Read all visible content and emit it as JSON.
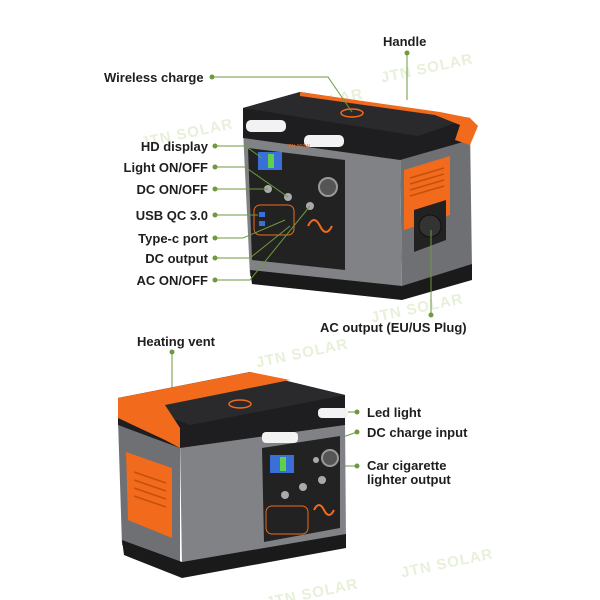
{
  "watermark": "JTN SOLAR",
  "model_badge": "CN-300W",
  "colors": {
    "accent": "#f26a1b",
    "callout_line": "#6c9a3c",
    "body": "#7c7e81",
    "lid": "#1e1e20"
  },
  "top_unit": {
    "labels": {
      "handle": "Handle",
      "wireless_charge": "Wireless charge",
      "hd_display": "HD display",
      "light_on_off": "Light ON/OFF",
      "dc_on_off": "DC ON/OFF",
      "usb_qc": "USB QC 3.0",
      "type_c": "Type-c port",
      "dc_output": "DC output",
      "ac_on_off": "AC ON/OFF",
      "ac_output": "AC output (EU/US Plug)"
    }
  },
  "bottom_unit": {
    "labels": {
      "heating_vent": "Heating vent",
      "led_light": "Led light",
      "dc_charge_input": "DC charge input",
      "car_cigarette_1": "Car cigarette",
      "car_cigarette_2": "lighter output"
    }
  }
}
